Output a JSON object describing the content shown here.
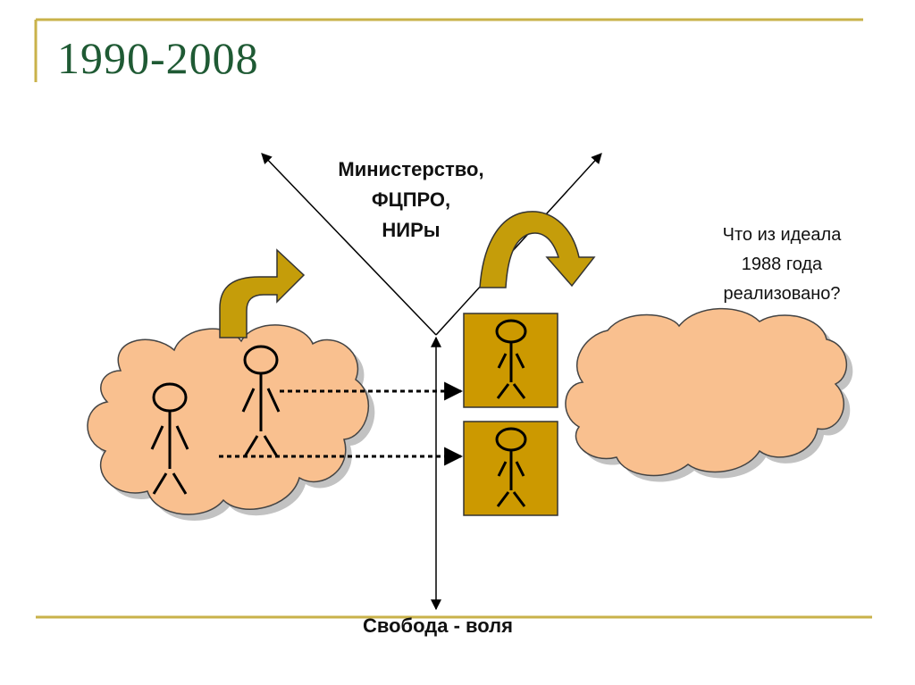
{
  "slide": {
    "title": "1990-2008",
    "top_label": "Министерство,\nФЦПРО,\nНИРы",
    "right_label": "Что из идеала\n1988 года\nреализовано?",
    "bottom_label": "Свобода - воля"
  },
  "colors": {
    "accent_line": "#c9b24a",
    "title": "#1f5a34",
    "cloud_fill": "#f9c08f",
    "box_fill": "#cc9900",
    "arrow_fill": "#c59d0a"
  },
  "icons": [
    "stick-figure-icon",
    "curved-arrow-icon",
    "cloud-shape"
  ]
}
